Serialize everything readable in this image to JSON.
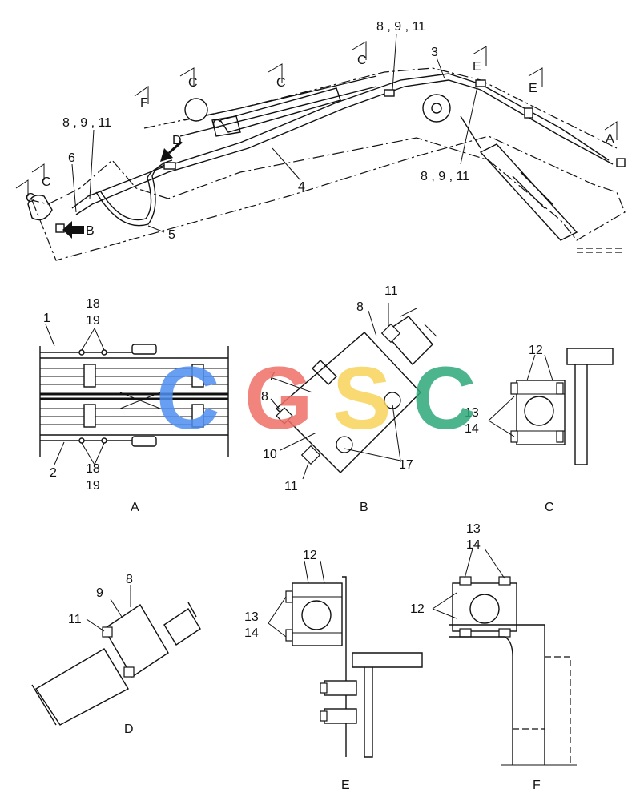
{
  "main_view": {
    "callouts": [
      "8 , 9 , 11",
      "3",
      "8 , 9 , 11",
      "8 , 9 , 11",
      "6",
      "4",
      "5"
    ],
    "view_markers": [
      "C",
      "C",
      "C",
      "F",
      "C",
      "C",
      "C",
      "E",
      "E",
      "A",
      "D",
      "B"
    ]
  },
  "detail_a": {
    "caption": "A",
    "callouts": [
      "1",
      "18",
      "19",
      "2",
      "18",
      "19"
    ]
  },
  "detail_b": {
    "caption": "B",
    "callouts": [
      "8",
      "11",
      "7",
      "8",
      "10",
      "11",
      "17"
    ]
  },
  "detail_c": {
    "caption": "C",
    "callouts": [
      "12",
      "13",
      "14"
    ]
  },
  "detail_d": {
    "caption": "D",
    "callouts": [
      "9",
      "8",
      "11"
    ]
  },
  "detail_e": {
    "caption": "E",
    "callouts": [
      "12",
      "13",
      "14"
    ]
  },
  "detail_f": {
    "caption": "F",
    "callouts": [
      "13",
      "14",
      "12"
    ]
  },
  "watermark": {
    "letters": [
      "C",
      "G",
      "S",
      "C"
    ],
    "colors": [
      "#4f8ff0",
      "#ef6f66",
      "#f7d35a",
      "#2fa97a"
    ]
  }
}
